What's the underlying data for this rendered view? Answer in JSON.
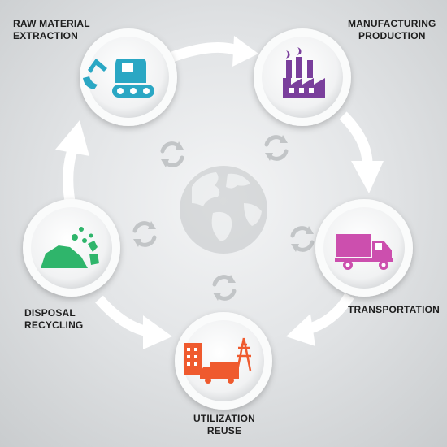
{
  "stages": [
    {
      "line1": "RAW MATERIAL",
      "line2": "EXTRACTION",
      "icon": "excavator-icon",
      "color": "#2aa7c4"
    },
    {
      "line1": "MANUFACTURING",
      "line2": "PRODUCTION",
      "icon": "factory-icon",
      "color": "#7a3f9c"
    },
    {
      "line1": "TRANSPORTATION",
      "line2": "",
      "icon": "truck-icon",
      "color": "#cc4fae"
    },
    {
      "line1": "UTILIZATION",
      "line2": "REUSE",
      "icon": "city-power-truck-icon",
      "color": "#ef5a2e"
    },
    {
      "line1": "DISPOSAL",
      "line2": "RECYCLING",
      "icon": "landfill-icon",
      "color": "#2fb56b"
    }
  ],
  "center_icon": "globe-icon",
  "small_icons": "recycle-arrows-icon"
}
